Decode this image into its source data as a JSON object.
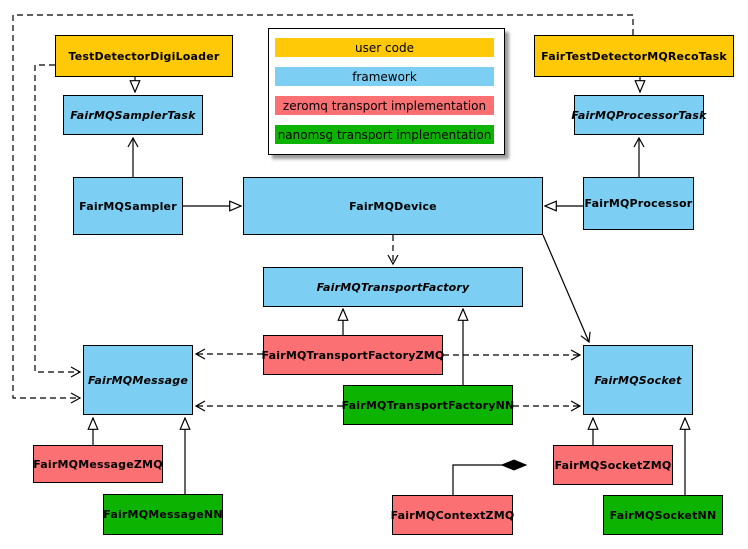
{
  "diagram": {
    "description": "FairMQ class diagram",
    "colors": {
      "user_code": "#FFC907",
      "framework": "#7CCEF2",
      "zeromq": "#FA7073",
      "nanomsg": "#0CB300",
      "border": "#000000",
      "background": "#FFFFFF"
    },
    "legend": {
      "items": [
        {
          "label": "user code",
          "color": "#FFC907"
        },
        {
          "label": "framework",
          "color": "#7CCEF2"
        },
        {
          "label": "zeromq transport implementation",
          "color": "#FA7073"
        },
        {
          "label": "nanomsg transport implementation",
          "color": "#0CB300"
        }
      ]
    },
    "nodes": {
      "test_detector_digi_loader": {
        "label": "TestDetectorDigiLoader",
        "category": "user code"
      },
      "fair_test_detector_mq_reco_task": {
        "label": "FairTestDetectorMQRecoTask",
        "category": "user code"
      },
      "fairmq_sampler_task": {
        "label": "FairMQSamplerTask",
        "category": "framework",
        "abstract": true
      },
      "fairmq_processor_task": {
        "label": "FairMQProcessorTask",
        "category": "framework",
        "abstract": true
      },
      "fairmq_sampler": {
        "label": "FairMQSampler",
        "category": "framework"
      },
      "fairmq_device": {
        "label": "FairMQDevice",
        "category": "framework"
      },
      "fairmq_processor": {
        "label": "FairMQProcessor",
        "category": "framework"
      },
      "fairmq_transport_factory": {
        "label": "FairMQTransportFactory",
        "category": "framework",
        "abstract": true
      },
      "fairmq_transport_factory_zmq": {
        "label": "FairMQTransportFactoryZMQ",
        "category": "zeromq"
      },
      "fairmq_transport_factory_nn": {
        "label": "FairMQTransportFactoryNN",
        "category": "nanomsg"
      },
      "fairmq_message": {
        "label": "FairMQMessage",
        "category": "framework",
        "abstract": true
      },
      "fairmq_socket": {
        "label": "FairMQSocket",
        "category": "framework",
        "abstract": true
      },
      "fairmq_message_zmq": {
        "label": "FairMQMessageZMQ",
        "category": "zeromq"
      },
      "fairmq_message_nn": {
        "label": "FairMQMessageNN",
        "category": "nanomsg"
      },
      "fairmq_context_zmq": {
        "label": "FairMQContextZMQ",
        "category": "zeromq"
      },
      "fairmq_socket_zmq": {
        "label": "FairMQSocketZMQ",
        "category": "zeromq"
      },
      "fairmq_socket_nn": {
        "label": "FairMQSocketNN",
        "category": "nanomsg"
      }
    }
  }
}
